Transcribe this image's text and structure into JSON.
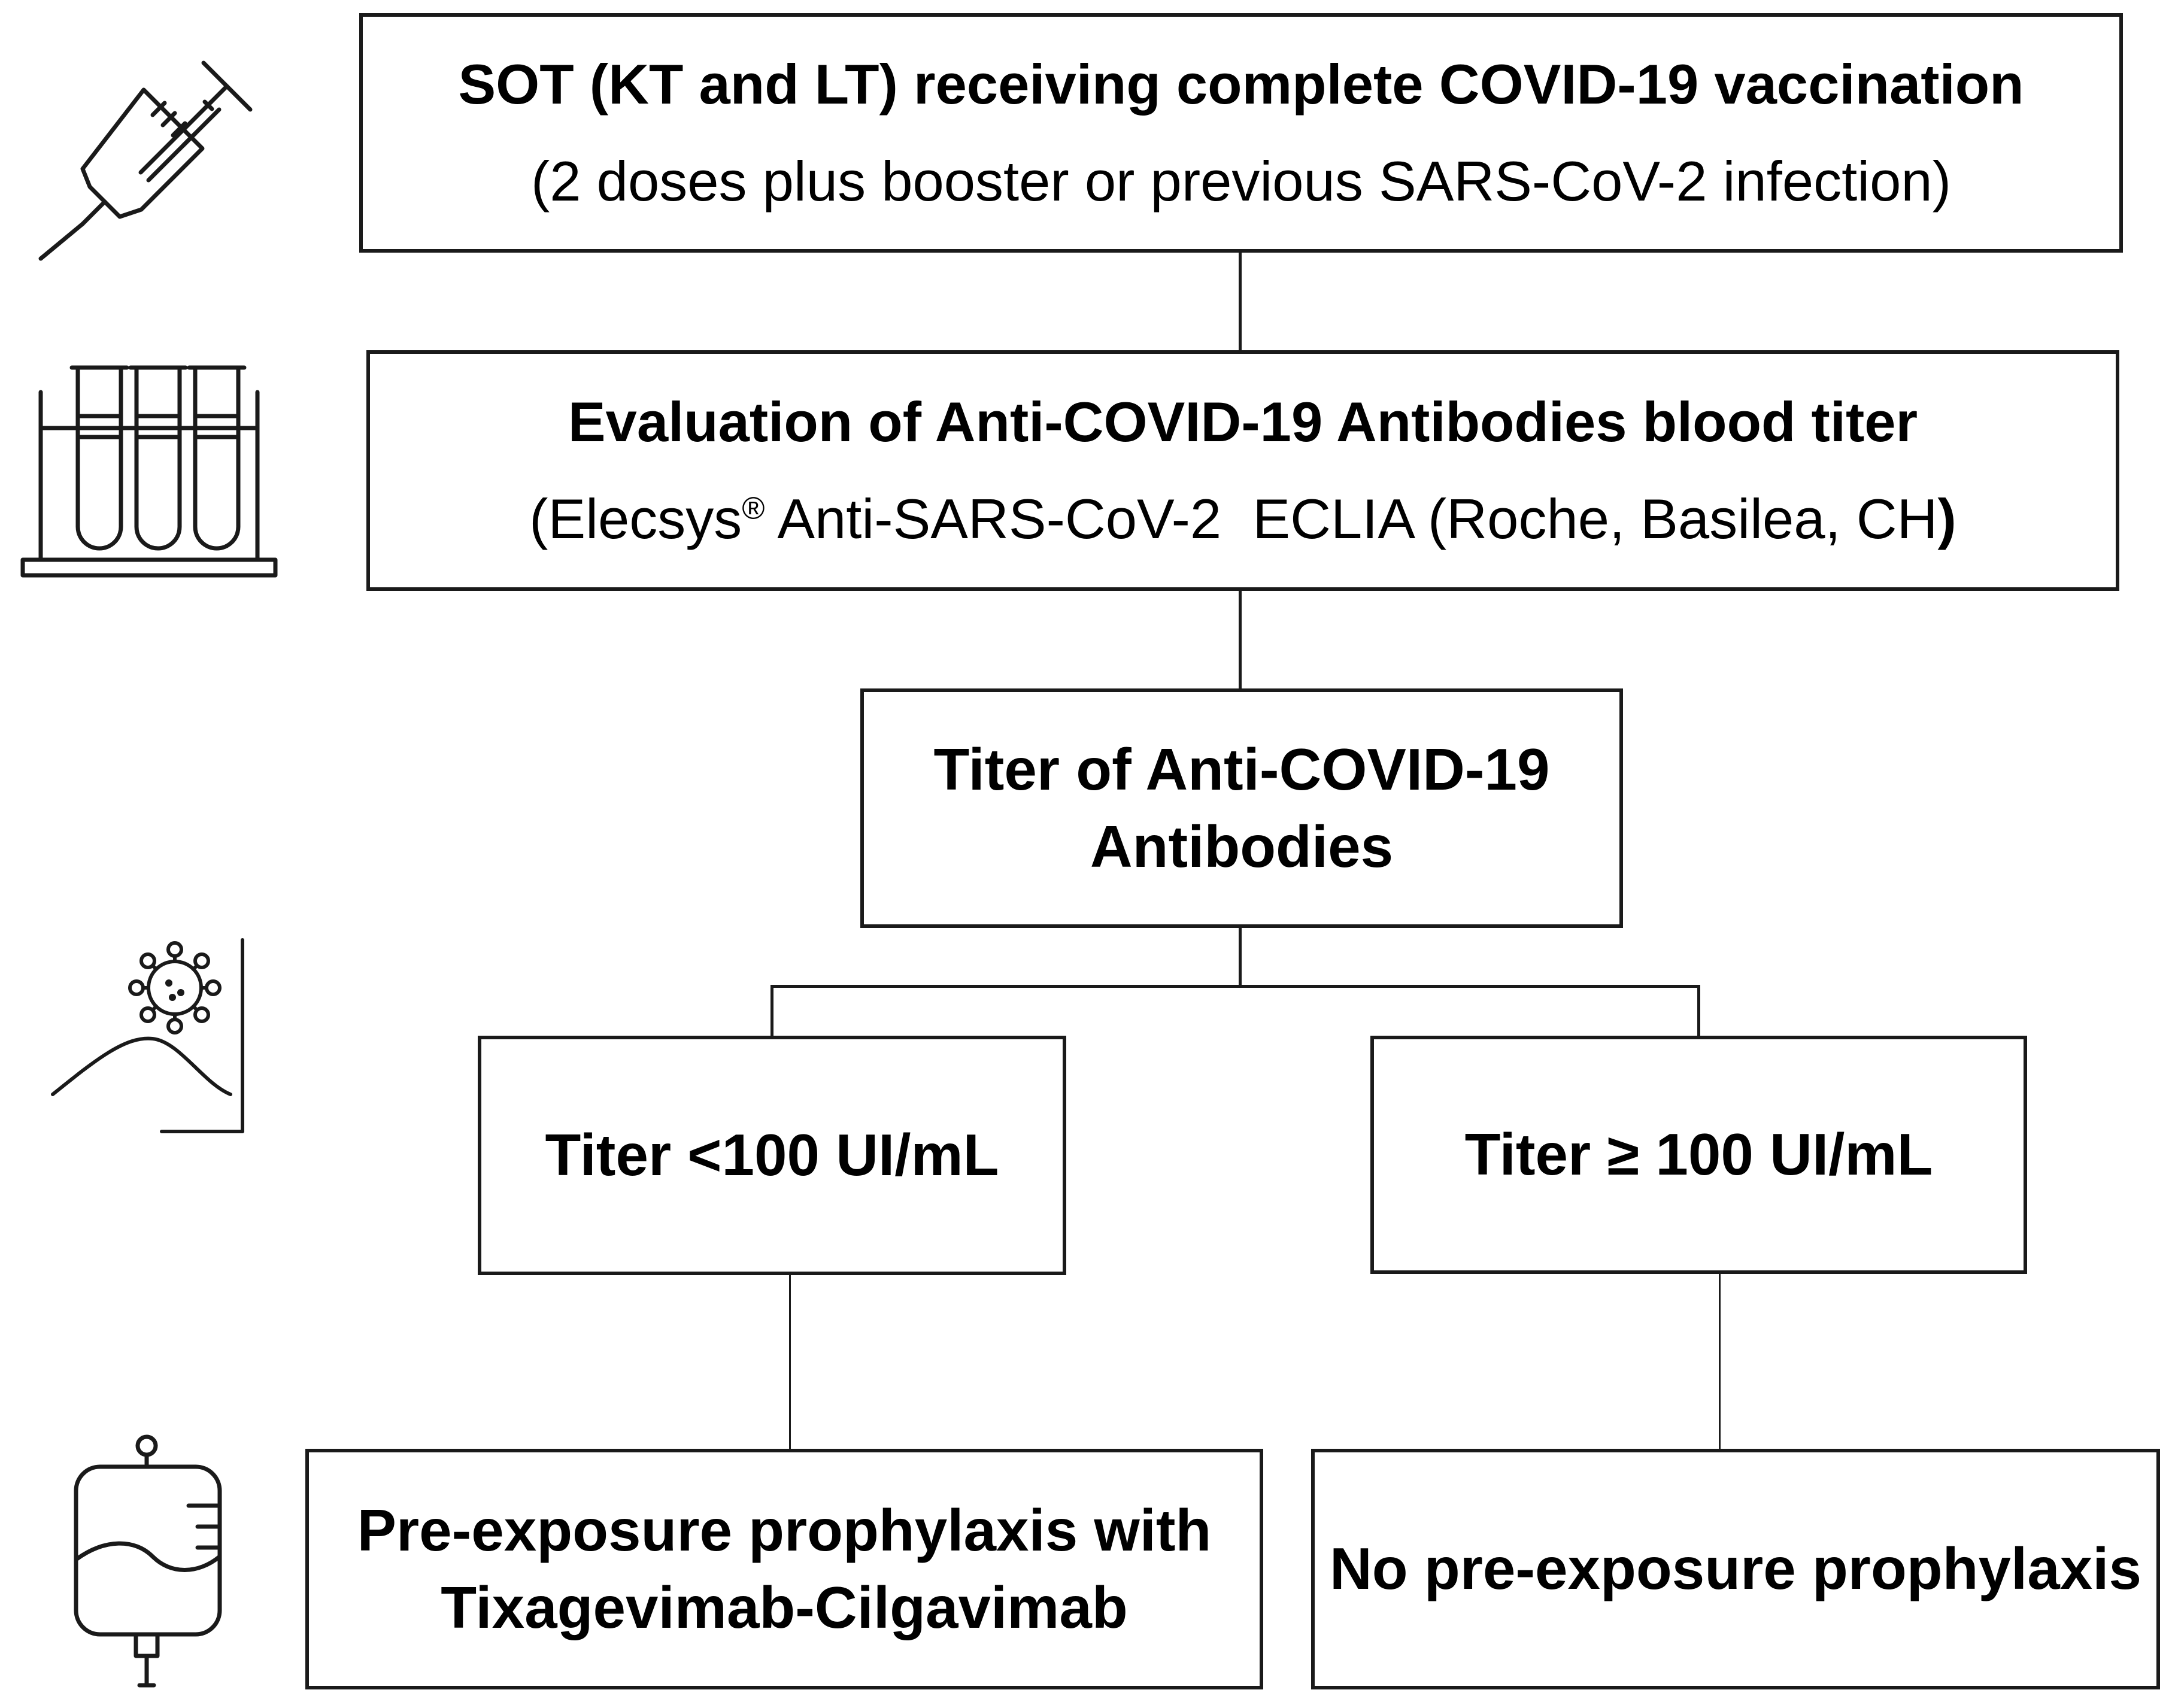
{
  "nodes": {
    "start": {
      "title": "SOT (KT and LT) receiving complete COVID-19 vaccination",
      "subtitle": "(2 doses plus booster or previous SARS-CoV-2 infection)"
    },
    "evaluation": {
      "title": "Evaluation of Anti-COVID-19 Antibodies blood titer",
      "subtitle_prefix": "(Elecsys",
      "subtitle_reg": "®",
      "subtitle_suffix": " Anti-SARS-CoV-2  ECLIA (Roche, Basilea, CH",
      "subtitle_close": ")"
    },
    "titer": {
      "line1": "Titer of Anti-COVID-19",
      "line2": "Antibodies"
    },
    "low": {
      "label": "Titer <100 UI/mL"
    },
    "high": {
      "label": "Titer ≥ 100 UI/mL"
    },
    "prophylaxis": {
      "line1": "Pre-exposure prophylaxis with",
      "line2": "Tixagevimab-Cilgavimab"
    },
    "no_prophylaxis": {
      "label": "No pre-exposure prophylaxis"
    }
  },
  "icons": [
    "syringe-icon",
    "test-tubes-icon",
    "virus-curve-icon",
    "iv-bag-icon"
  ],
  "colors": {
    "stroke": "#1a1a1a",
    "background": "#ffffff"
  }
}
